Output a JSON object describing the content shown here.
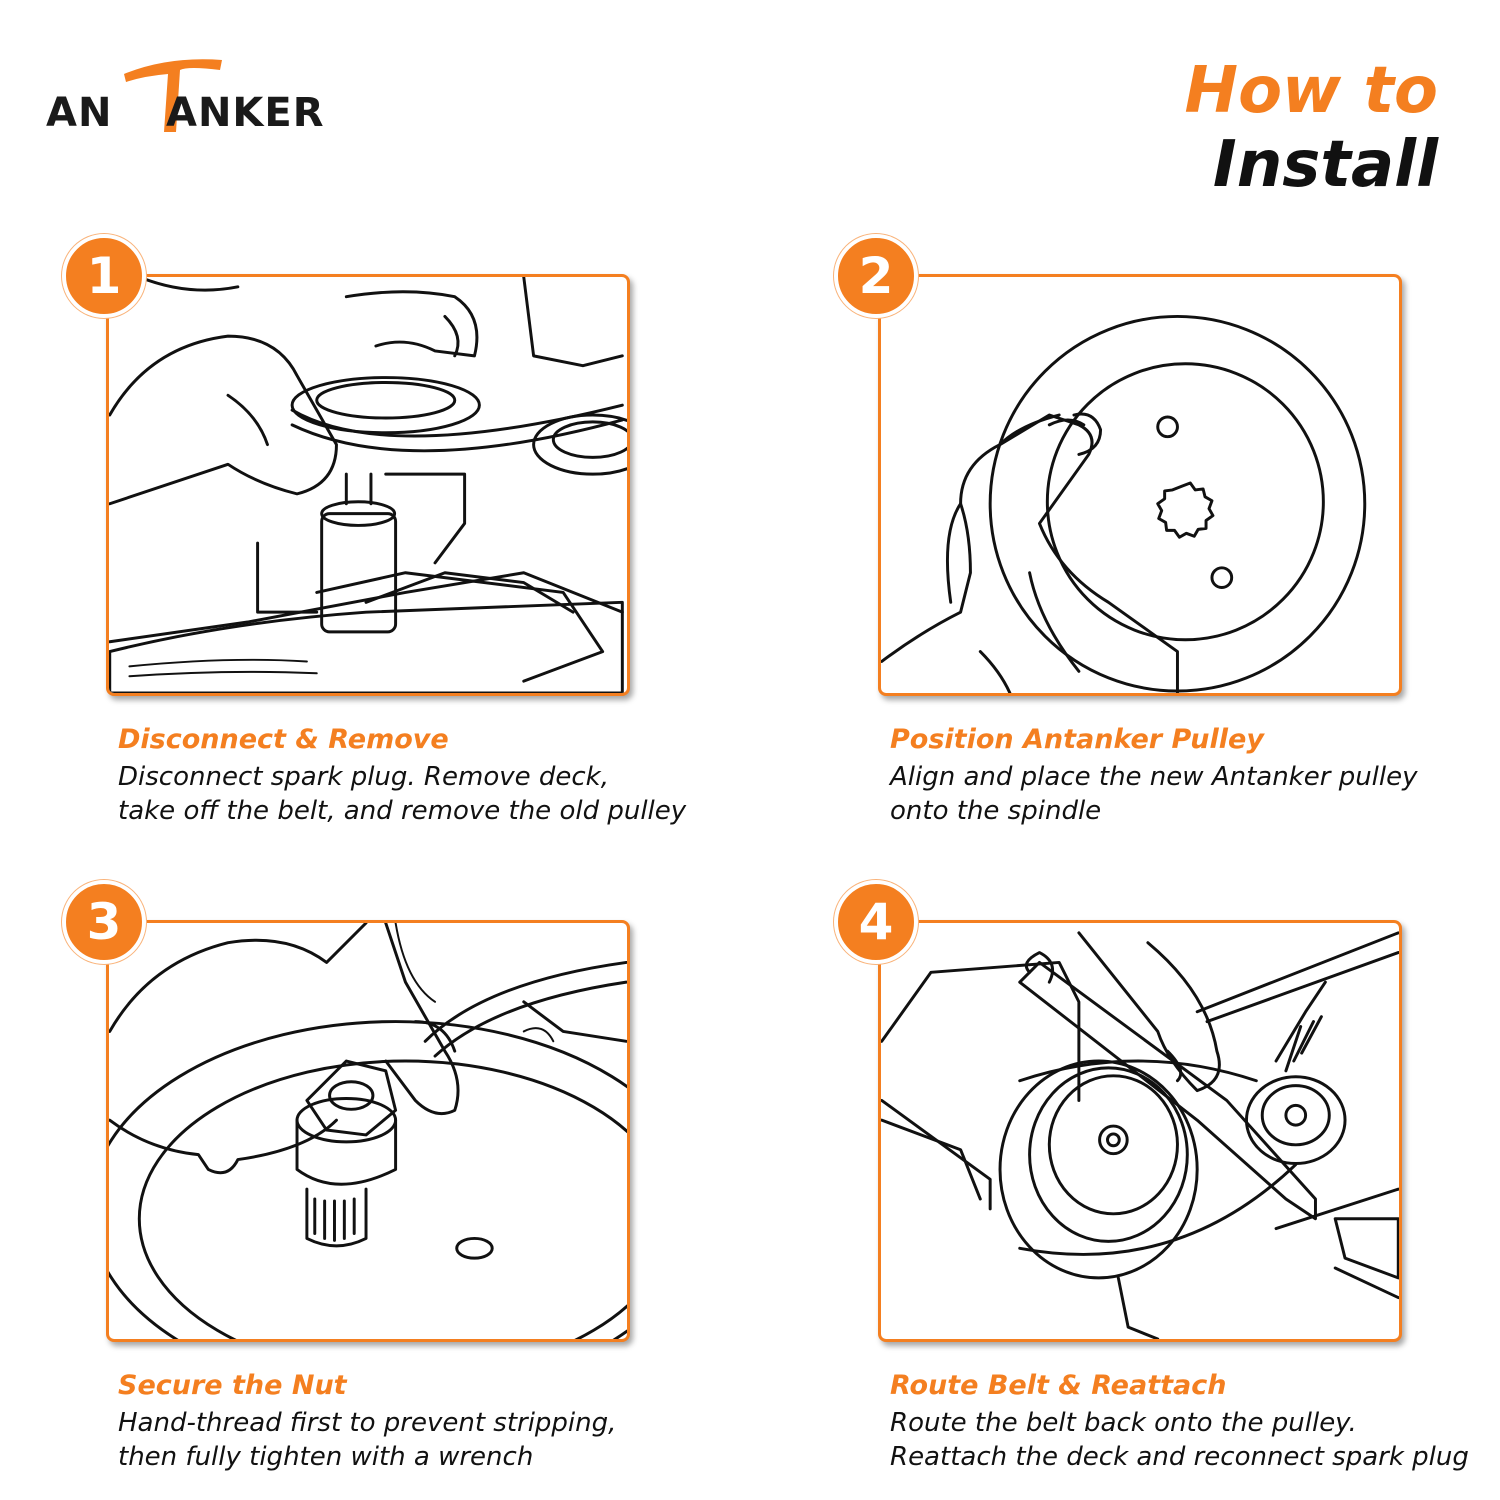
{
  "brand": {
    "logo_left": "AN",
    "logo_right": "ANKER",
    "accent_color": "#f47f20"
  },
  "headline": {
    "line1": "How to",
    "line2": "Install"
  },
  "steps": [
    {
      "number": "1",
      "title": "Disconnect & Remove",
      "desc_line1": "Disconnect spark plug. Remove deck,",
      "desc_line2": "take off the belt, and remove the old pulley",
      "illustration": "hand-removing-belt-from-pulley"
    },
    {
      "number": "2",
      "title": "Position Antanker Pulley",
      "desc_line1": "Align and place the new Antanker pulley",
      "desc_line2": "onto the spindle",
      "illustration": "hand-holding-pulley"
    },
    {
      "number": "3",
      "title": "Secure the Nut",
      "desc_line1": "Hand-thread first to prevent stripping,",
      "desc_line2": "then fully tighten with a wrench",
      "illustration": "hand-threading-nut"
    },
    {
      "number": "4",
      "title": "Route Belt & Reattach",
      "desc_line1": "Route the belt back onto the pulley.",
      "desc_line2": "Reattach the deck and reconnect spark plug",
      "illustration": "hand-routing-belt"
    }
  ]
}
